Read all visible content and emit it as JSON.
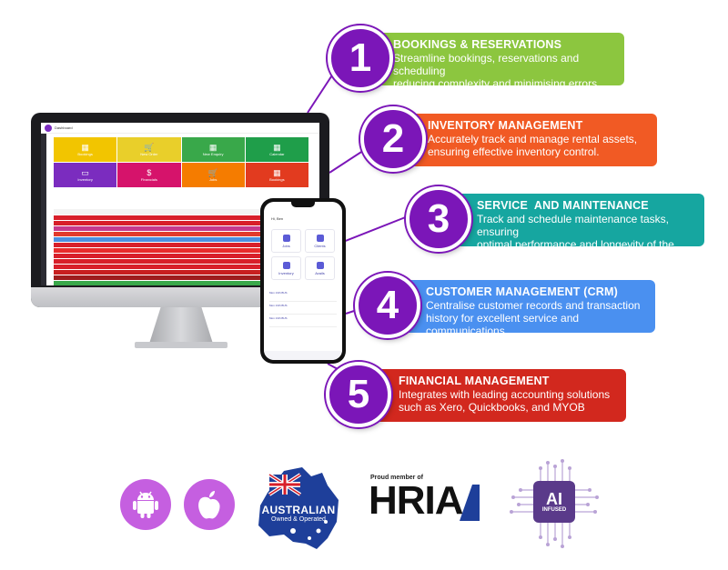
{
  "dashboard": {
    "app_name": "Dashboard",
    "tiles": [
      {
        "label": "Bookings",
        "icon": "calendar-icon",
        "color": "#f2c500"
      },
      {
        "label": "New Order",
        "icon": "cart-icon",
        "color": "#e9cf2a"
      },
      {
        "label": "New Enquiry",
        "icon": "calendar-icon",
        "color": "#39a84a"
      },
      {
        "label": "Calendar",
        "icon": "calendar-icon",
        "color": "#1f9e4a"
      },
      {
        "label": "Inventory",
        "icon": "inbox-icon",
        "color": "#7b2cbf"
      },
      {
        "label": "Financials",
        "icon": "dollar-icon",
        "color": "#d6136b"
      },
      {
        "label": "Jobs",
        "icon": "cart-icon",
        "color": "#f57c00"
      },
      {
        "label": "Bookings",
        "icon": "calendar-icon",
        "color": "#e23b1f"
      }
    ],
    "row_colors": [
      "#d81f2a",
      "#d81f2a",
      "#c63a8d",
      "#e23a2c",
      "#4c8fe0",
      "#d81f2a",
      "#e82c2c",
      "#d81f2a",
      "#d81f2a",
      "#d81f2a",
      "#c81f1f",
      "#9e1d1d",
      "#39a84a"
    ]
  },
  "phone": {
    "greeting": "Hi, Ben",
    "cards": [
      {
        "label": "Jobs",
        "icon": "document-icon"
      },
      {
        "label": "Clients",
        "icon": "people-icon"
      },
      {
        "label": "Inventory",
        "icon": "box-icon"
      },
      {
        "label": "Avails",
        "icon": "box-icon"
      }
    ],
    "list_items": [
      "Mon 13th BUS",
      "Mon 13th BUS",
      "Mon 13th BUS"
    ]
  },
  "features": [
    {
      "number": "1",
      "title": "BOOKINGS & RESERVATIONS",
      "line1": "Streamline bookings, reservations and scheduling",
      "line2": "reducing complexity and minimising errors.",
      "color": "#8cc63f"
    },
    {
      "number": "2",
      "title": "INVENTORY MANAGEMENT",
      "line1": "Accurately track and manage rental assets,",
      "line2": "ensuring effective inventory control.",
      "color": "#f15a24"
    },
    {
      "number": "3",
      "title": "SERVICE  AND MAINTENANCE",
      "line1": "Track and schedule maintenance tasks, ensuring",
      "line2": "optimal performance and longevity of the assets.",
      "color": "#16a6a0"
    },
    {
      "number": "4",
      "title": "CUSTOMER MANAGEMENT (CRM)",
      "line1": "Centralise customer records and transaction",
      "line2": "history for excellent service and communications.",
      "color": "#4a90f0"
    },
    {
      "number": "5",
      "title": "FINANCIAL MANAGEMENT",
      "line1": "Integrates with leading accounting solutions",
      "line2": "such as Xero, Quickbooks, and MYOB",
      "color": "#d2281e"
    }
  ],
  "logos": {
    "android_icon": "android-icon",
    "apple_icon": "apple-icon",
    "australian_title": "AUSTRALIAN",
    "australian_sub": "Owned & Operated",
    "hria_top": "Proud member of",
    "hria_word": "HRIA",
    "ai_big": "AI",
    "ai_small": "INFUSED",
    "accent": "#c55fe0",
    "badge_purple": "#7b16b8"
  }
}
